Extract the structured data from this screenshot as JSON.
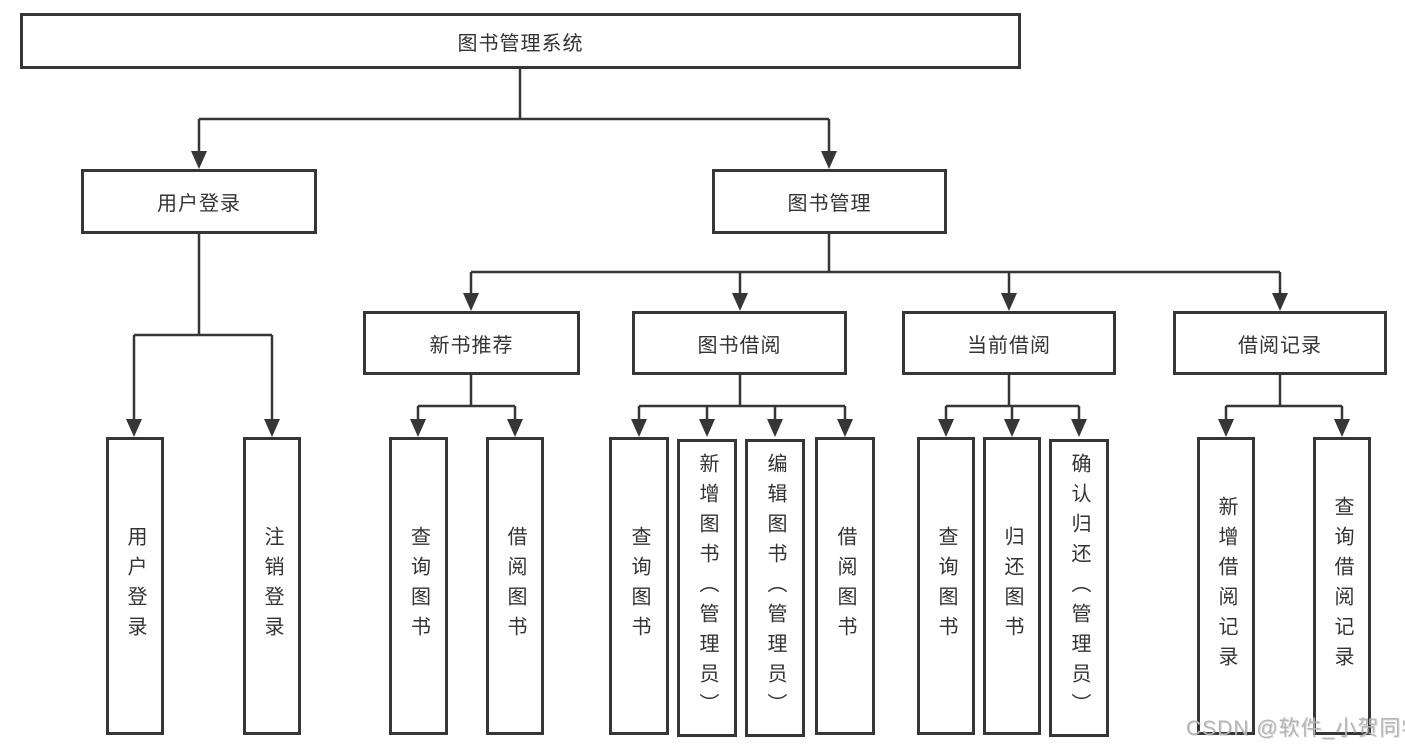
{
  "diagram": {
    "root": {
      "label": "图书管理系统"
    },
    "level2": {
      "user_login": {
        "label": "用户登录"
      },
      "book_management": {
        "label": "图书管理"
      }
    },
    "level3": {
      "new_book_recommend": {
        "label": "新书推荐"
      },
      "book_borrow": {
        "label": "图书借阅"
      },
      "current_borrow": {
        "label": "当前借阅"
      },
      "borrow_records": {
        "label": "借阅记录"
      }
    },
    "leaves": {
      "user_login": [
        "用户登录",
        "注销登录"
      ],
      "new_book_recommend": [
        "查询图书",
        "借阅图书"
      ],
      "book_borrow": [
        "查询图书",
        "新增图书（管理员）",
        "编辑图书（管理员）",
        "借阅图书"
      ],
      "current_borrow": [
        "查询图书",
        "归还图书",
        "确认归还（管理员）"
      ],
      "borrow_records": [
        "新增借阅记录",
        "查询借阅记录"
      ]
    }
  },
  "watermark": {
    "text": "CSDN @软件_小贺同学"
  },
  "colors": {
    "line": "#363636",
    "box_border": "#363636",
    "text": "#333333",
    "watermark": "#b5b5b5",
    "background": "#ffffff"
  }
}
